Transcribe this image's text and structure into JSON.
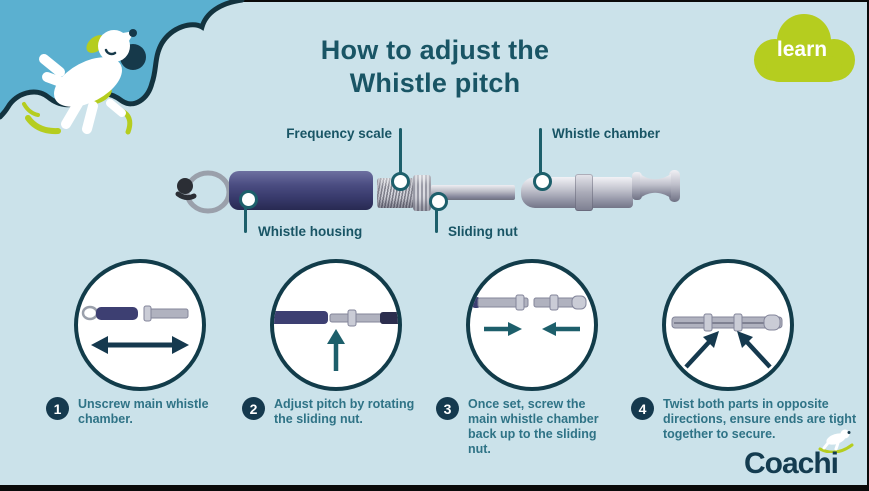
{
  "colors": {
    "background": "#cbe2ea",
    "cloud_blue": "#5bb0d0",
    "outline_navy": "#13333f",
    "accent_green": "#b5cd1f",
    "title_teal": "#195565",
    "step_text_teal": "#2f7386",
    "badge_navy": "#15394e",
    "callout_teal": "#1d5f6b",
    "whistle_navy": "#3d3f72"
  },
  "header": {
    "title_line1": "How to adjust the",
    "title_line2": "Whistle pitch",
    "badge_label": "learn"
  },
  "diagram": {
    "label_frequency_scale": "Frequency scale",
    "label_whistle_chamber": "Whistle chamber",
    "label_whistle_housing": "Whistle housing",
    "label_sliding_nut": "Sliding nut"
  },
  "steps": [
    {
      "number": "1",
      "text": "Unscrew main whistle chamber."
    },
    {
      "number": "2",
      "text": "Adjust pitch by rotating the sliding nut."
    },
    {
      "number": "3",
      "text": "Once set, screw the main whistle chamber back up to the sliding nut."
    },
    {
      "number": "4",
      "text": "Twist both parts in opposite directions, ensure ends are tight together to secure."
    }
  ],
  "footer": {
    "brand": "Coachi"
  }
}
